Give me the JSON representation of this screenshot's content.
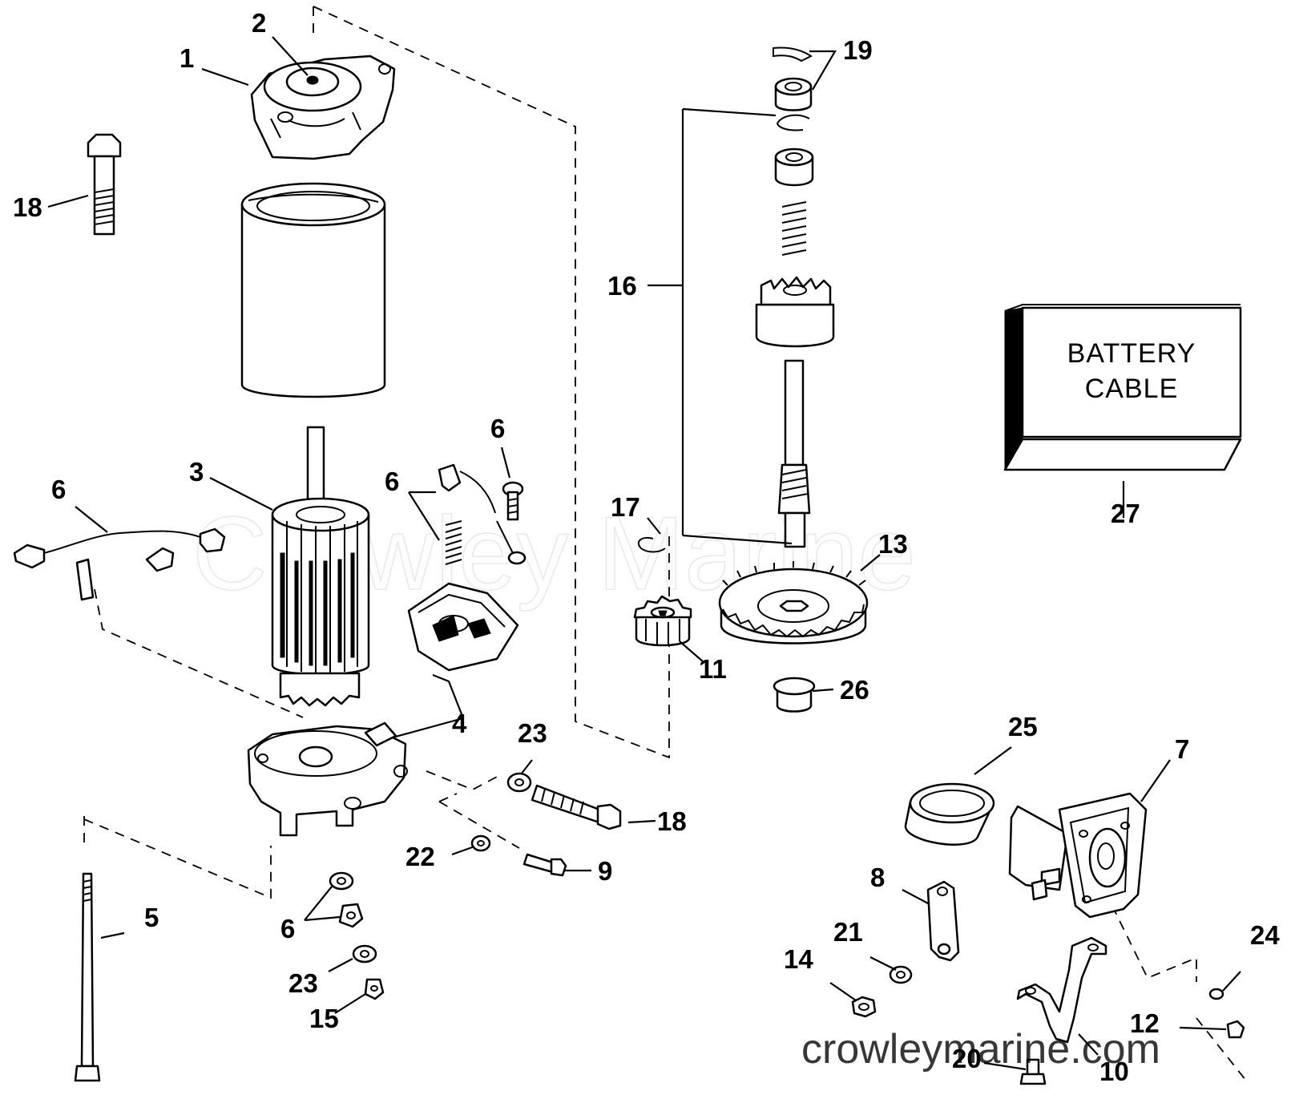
{
  "diagram": {
    "watermark": "Crowley Marine",
    "site": "crowleymarine.com",
    "battery_cable_line1": "BATTERY",
    "battery_cable_line2": "CABLE",
    "callouts": {
      "c1": "1",
      "c2": "2",
      "c3": "3",
      "c4": "4",
      "c5": "5",
      "c6a": "6",
      "c6b": "6",
      "c6c": "6",
      "c6d": "6",
      "c7": "7",
      "c8": "8",
      "c9": "9",
      "c10": "10",
      "c11": "11",
      "c12": "12",
      "c13": "13",
      "c14": "14",
      "c15": "15",
      "c16": "16",
      "c17": "17",
      "c18a": "18",
      "c18b": "18",
      "c19": "19",
      "c20": "20",
      "c21": "21",
      "c22": "22",
      "c23a": "23",
      "c23b": "23",
      "c24": "24",
      "c25": "25",
      "c26": "26",
      "c27": "27"
    }
  }
}
